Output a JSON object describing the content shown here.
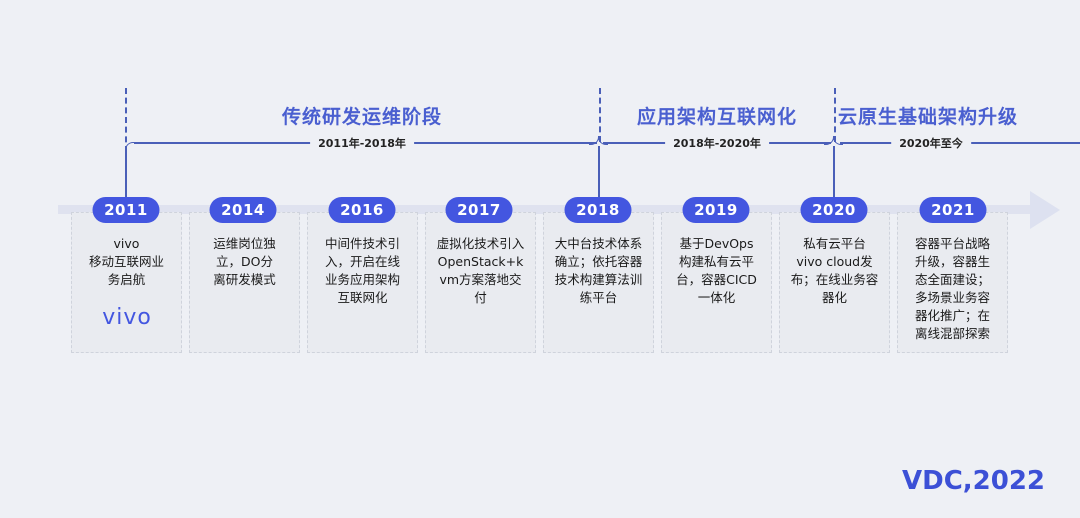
{
  "phases": [
    {
      "title": "传统研发运维阶段",
      "range": "2011年-2018年"
    },
    {
      "title": "应用架构互联网化",
      "range": "2018年-2020年"
    },
    {
      "title": "云原生基础架构升级",
      "range": "2020年至今"
    }
  ],
  "milestones": [
    {
      "year": "2011",
      "text": "vivo\n移动互联网业\n务启航",
      "logo": "vivo"
    },
    {
      "year": "2014",
      "text": "运维岗位独\n立，DO分\n离研发模式"
    },
    {
      "year": "2016",
      "text": "中间件技术引\n入，开启在线\n业务应用架构\n互联网化"
    },
    {
      "year": "2017",
      "text": "虚拟化技术引入\nOpenStack+k\nvm方案落地交\n付"
    },
    {
      "year": "2018",
      "text": "大中台技术体系\n确立；依托容器\n技术构建算法训\n练平台"
    },
    {
      "year": "2019",
      "text": "基于DevOps\n构建私有云平\n台，容器CICD\n一体化"
    },
    {
      "year": "2020",
      "text": "私有云平台\nvivo cloud发\n布；在线业务容\n器化"
    },
    {
      "year": "2021",
      "text": "容器平台战略\n升级，容器生\n态全面建设；\n多场景业务容\n器化推广；在\n离线混部探索"
    }
  ],
  "footer": {
    "brand_logo": "VDC,2022"
  },
  "colors": {
    "accent": "#4356e0",
    "title": "#4a5fd0",
    "background": "#eef0f5",
    "card": "#e9ebf0"
  }
}
